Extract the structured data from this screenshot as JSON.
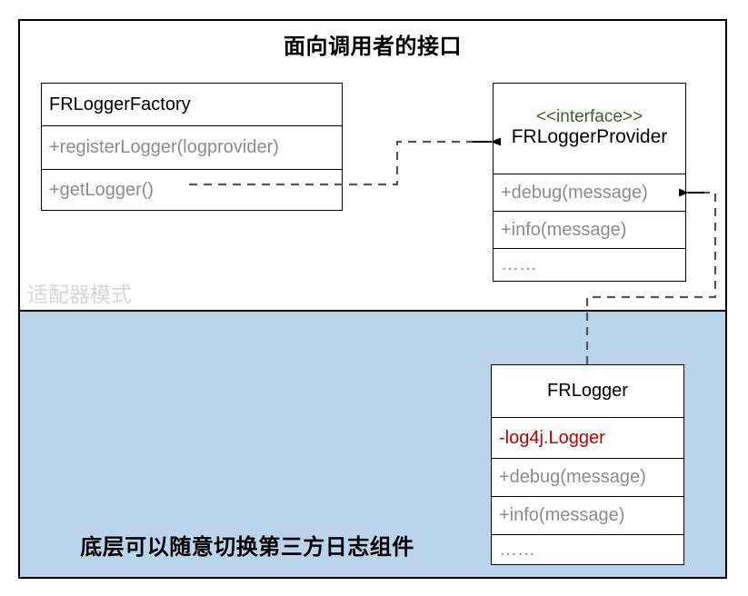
{
  "diagram": {
    "top_section_title": "面向调用者的接口",
    "bottom_section_title": "底层可以随意切换第三方日志组件",
    "pattern_label": "适配器模式",
    "colors": {
      "lower_band_fill": "#bad4ec",
      "stereotype_green": "#3f6228",
      "field_red": "#c00000",
      "member_gray": "#8c8c8c",
      "watermark_gray": "#d6d6d6",
      "border_black": "#000000"
    }
  },
  "classes": {
    "factory": {
      "name": "FRLoggerFactory",
      "members": [
        "+registerLogger(logprovider)",
        "+getLogger()"
      ]
    },
    "provider": {
      "stereotype": "<<interface>>",
      "name": "FRLoggerProvider",
      "members": [
        "+debug(message)",
        "+info(message)",
        "……"
      ]
    },
    "frlogger": {
      "name": "FRLogger",
      "field": "-log4j.Logger",
      "members": [
        "+debug(message)",
        "+info(message)",
        "……"
      ]
    }
  },
  "connectors": [
    {
      "id": "factory-to-provider",
      "from": "FRLoggerFactory.+getLogger()",
      "to": "FRLoggerProvider",
      "style": "dashed",
      "arrow": "open-arrow-end"
    },
    {
      "id": "frlogger-to-provider",
      "from": "FRLogger",
      "to": "FRLoggerProvider.+debug(message)",
      "style": "dashed",
      "arrow": "open-arrow-end"
    }
  ]
}
